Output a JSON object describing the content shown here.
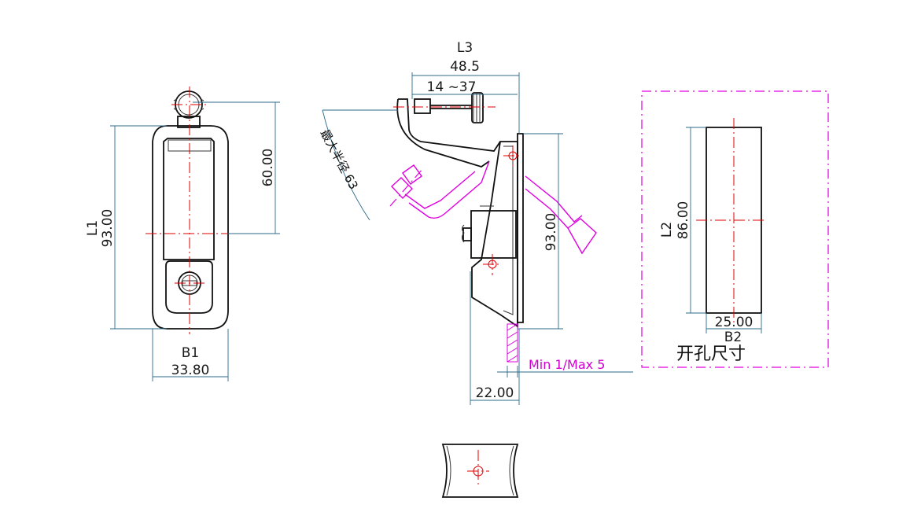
{
  "front_view": {
    "width_label": "B1",
    "width_value": "33.80",
    "length_label": "L1",
    "length_value": "93.00",
    "center_dim": "60.00"
  },
  "side_view": {
    "overall_label": "L3",
    "overall_value": "48.5",
    "adjust_range": "14 ~37",
    "radius_note": "最大半径 63",
    "height_value": "93.00",
    "depth_value": "22.00",
    "panel_note": "Min 1/Max 5"
  },
  "cutout": {
    "length_label": "L2",
    "length_value": "86.00",
    "width_label": "B2",
    "width_value": "25.00",
    "title": "开孔尺寸"
  },
  "colors": {
    "outline": "#111111",
    "center_line": "#e00000",
    "magenta": "#e000e0",
    "dimension": "#2b6b8a"
  }
}
